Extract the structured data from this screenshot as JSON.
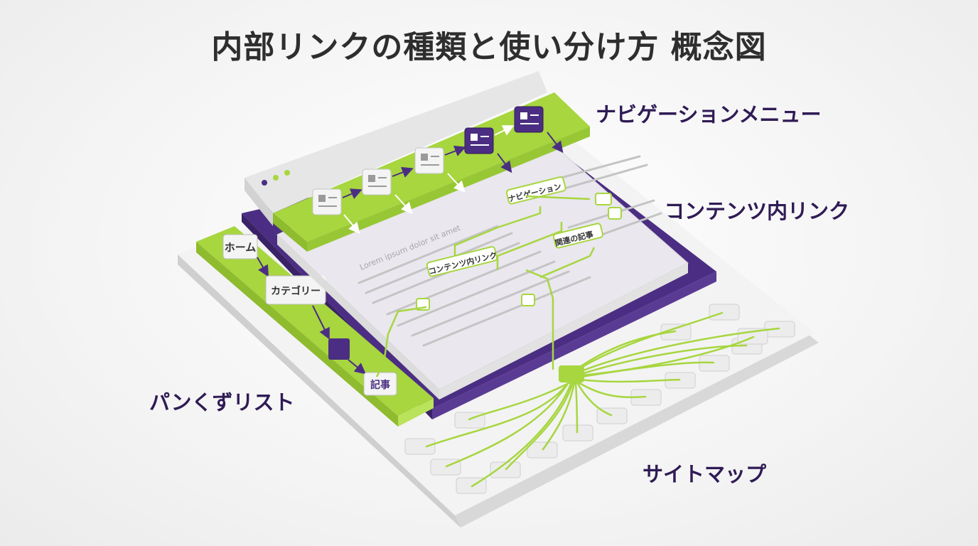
{
  "title": "内部リンクの種類と使い分け方 概念図",
  "labels": {
    "navigation_menu": "ナビゲーションメニュー",
    "content_links": "コンテンツ内リンク",
    "breadcrumb_list": "パンくずリスト",
    "sitemap": "サイトマップ"
  },
  "content_tags": {
    "tag_nav": "ナビゲーション",
    "tag_content": "コンテンツ内リンク",
    "tag_related": "関連の記事"
  },
  "breadcrumb_items": {
    "home": "ホーム",
    "category": "カテゴリー",
    "article": "記事"
  },
  "placeholder_text": {
    "lorem": "Lorem ipsum dolor sit amet"
  },
  "colors": {
    "lime": "#a7d63f",
    "purple": "#4b2e83",
    "light_gray": "#f2f2f2",
    "label_text": "#2f1b55"
  }
}
